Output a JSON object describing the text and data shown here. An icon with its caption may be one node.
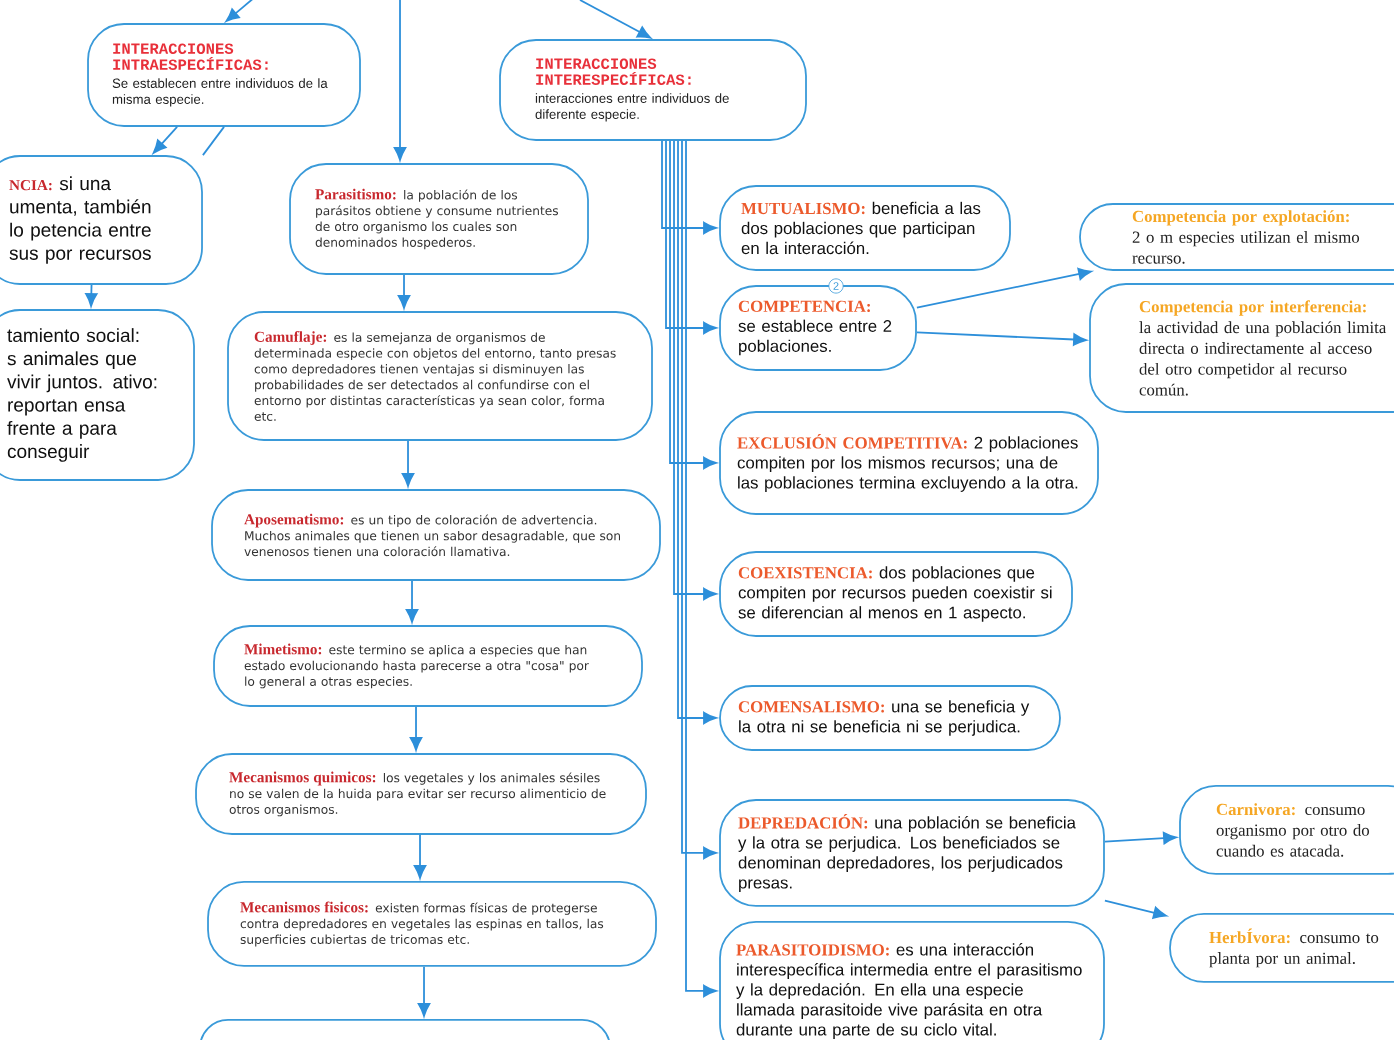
{
  "diagram": {
    "nodes": [
      {
        "text": [
          "INTERACCIONES INTRAESPECÍFICAS:",
          "Se establecen entre individuos de la misma especie."
        ]
      },
      {
        "text": [
          "INTERACCIONES INTERESPECÍFICAS:",
          "interacciones entre individuos de diferente especie."
        ]
      },
      {
        "text": [
          "NCIA:",
          "si una umenta, también lo petencia entre sus por recursos"
        ]
      },
      {
        "text": [
          "tamiento social: s animales que vivir juntos. ativo: reportan ensa frente a para conseguir"
        ]
      },
      {
        "text": [
          "Parasitismo:",
          "la población de los parásitos obtiene y consume nutrientes de otro organismo los cuales son denominados hospederos."
        ]
      },
      {
        "text": [
          "Camuflaje:",
          "es la semejanza de organismos de determinada especie con objetos del entorno, tanto presas como depredadores tienen ventajas si disminuyen las probabilidades de ser detectados al confundirse con el entorno por distintas características ya sean color, forma etc."
        ]
      },
      {
        "text": [
          "Aposematismo:",
          "es un tipo de coloración de advertencia. Muchos animales que tienen un sabor desagradable, que son venenosos tienen una coloración llamativa."
        ]
      },
      {
        "text": [
          "Mimetismo:",
          "este termino se aplica a especies que han estado evolucionando hasta parecerse a otra \"cosa\" por lo general a otras especies."
        ]
      },
      {
        "text": [
          "Mecanismos quimicos:",
          "los vegetales y los animales sésiles no se valen de la huida para evitar ser recurso alimenticio de otros organismos."
        ]
      },
      {
        "text": [
          "Mecanismos fisicos:",
          "existen formas físicas de protegerse contra depredadores en vegetales las espinas en tallos, las superficies cubiertas de tricomas etc."
        ]
      },
      {
        "text": [],
        "shape": "box"
      },
      {
        "text": [
          "MUTUALISMO:",
          "beneficia a las dos poblaciones que participan en la interacción."
        ]
      },
      {
        "text": [
          "COMPETENCIA:",
          "se establece entre 2 poblaciones."
        ]
      },
      {
        "text": [
          "EXCLUSIÓN COMPETITIVA:",
          "2 poblaciones compiten por los mismos recursos; una de las poblaciones termina excluyendo a la otra."
        ]
      },
      {
        "text": [
          "COEXISTENCIA:",
          "dos poblaciones que compiten por recursos pueden coexistir si se diferencian al menos en 1 aspecto."
        ]
      },
      {
        "text": [
          "COMENSALISMO:",
          "una se beneficia y la otra ni se beneficia ni se perjudica."
        ]
      },
      {
        "text": [
          "DEPREDACIÓN:",
          "una población se beneficia y la otra se perjudica. Los beneficiados se denominan depredadores, los perjudicados presas."
        ]
      },
      {
        "text": [
          "PARASITOIDISMO:",
          "es una interacción interespecífica intermedia entre el parasitismo y la depredación. En ella una especie llamada parasitoide vive parásita en otra durante una parte de su ciclo vital."
        ]
      },
      {
        "text": [
          "Competencia por explotación:",
          "2 o m especies utilizan el mismo recurso."
        ]
      },
      {
        "text": [
          "Competencia por interferencia:",
          "la actividad de una población limita directa o indirectamente al acceso del otro competidor al recurso común."
        ]
      },
      {
        "text": [
          "Carnivora:",
          "consumo organismo por otro do cuando es atacada."
        ]
      },
      {
        "text": [
          "HerbÍvora:",
          "consumo to planta por un animal."
        ]
      }
    ],
    "edges": [
      {
        "from": null,
        "to": 0,
        "arrow": "to"
      },
      {
        "from": null,
        "to": 1,
        "arrow": "to"
      },
      {
        "from": 0,
        "to": 2,
        "arrow": "to"
      },
      {
        "from": 0,
        "to": 2,
        "arrow": "none"
      },
      {
        "from": 2,
        "to": 3,
        "arrow": "to"
      },
      {
        "from": null,
        "to": 4,
        "arrow": "to"
      },
      {
        "from": 4,
        "to": 5,
        "arrow": "to"
      },
      {
        "from": 5,
        "to": 6,
        "arrow": "to"
      },
      {
        "from": 6,
        "to": 7,
        "arrow": "to"
      },
      {
        "from": 7,
        "to": 8,
        "arrow": "to"
      },
      {
        "from": 8,
        "to": 9,
        "arrow": "to"
      },
      {
        "from": 9,
        "to": 10,
        "arrow": "to"
      },
      {
        "from": 1,
        "to": 11,
        "arrow": "to"
      },
      {
        "from": 1,
        "to": 12,
        "arrow": "to"
      },
      {
        "from": 1,
        "to": 13,
        "arrow": "to"
      },
      {
        "from": 1,
        "to": 14,
        "arrow": "to"
      },
      {
        "from": 1,
        "to": 15,
        "arrow": "to"
      },
      {
        "from": 1,
        "to": 16,
        "arrow": "to"
      },
      {
        "from": 1,
        "to": 17,
        "arrow": "to"
      },
      {
        "from": 12,
        "to": 18,
        "arrow": "to"
      },
      {
        "from": 12,
        "to": 19,
        "arrow": "to"
      },
      {
        "from": 16,
        "to": 20,
        "arrow": "to"
      },
      {
        "from": 16,
        "to": 21,
        "arrow": "to"
      }
    ],
    "labels": [
      "2"
    ]
  }
}
